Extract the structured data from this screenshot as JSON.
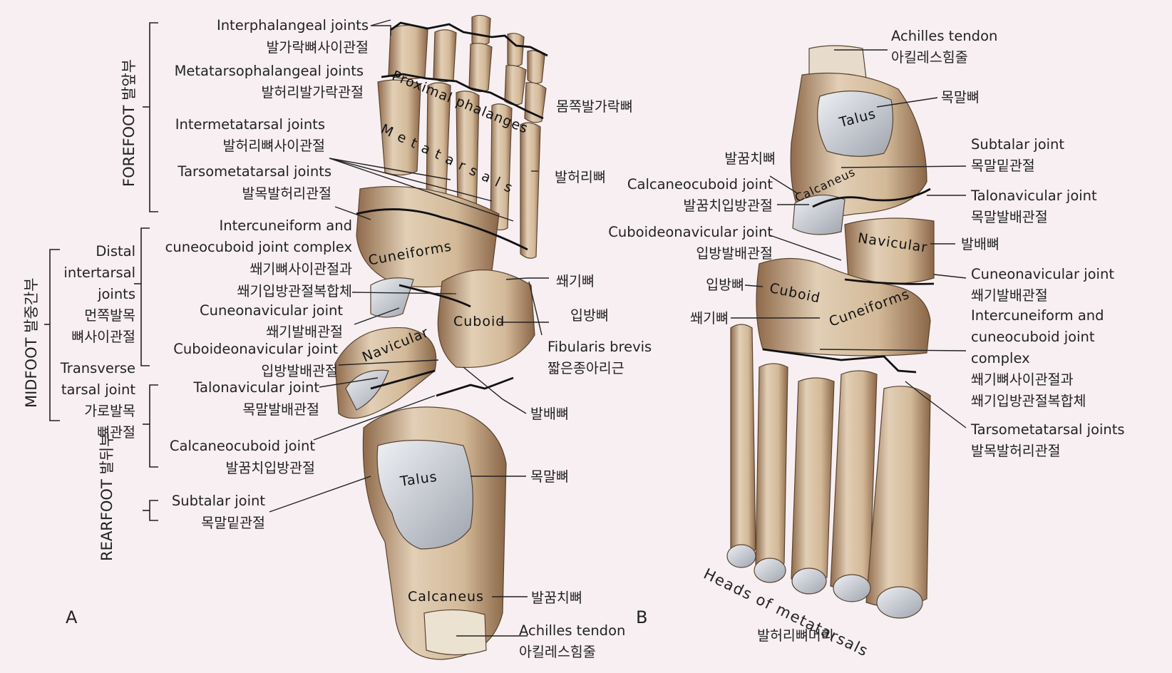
{
  "panels": {
    "a": "A",
    "b": "B"
  },
  "sections": {
    "forefoot": "FOREFOOT 발앞부",
    "midfoot": "MIDFOOT 발중간부",
    "rearfoot": "REARFOOT 발뒤부"
  },
  "left_labels": {
    "interphalangeal_en": "Interphalangeal joints",
    "interphalangeal_ko": "발가락뼈사이관절",
    "mtp_en": "Metatarsophalangeal joints",
    "mtp_ko": "발허리발가락관절",
    "intermetatarsal_en": "Intermetatarsal joints",
    "intermetatarsal_ko": "발허리뼈사이관절",
    "tmt_en": "Tarsometatarsal joints",
    "tmt_ko": "발목발허리관절",
    "intercuneiform_en1": "Intercuneiform and",
    "intercuneiform_en2": "cuneocuboid joint complex",
    "intercuneiform_ko1": "쐐기뼈사이관절과",
    "intercuneiform_ko2": "쐐기입방관절복합체",
    "cuneonavicular_en": "Cuneonavicular joint",
    "cuneonavicular_ko": "쐐기발배관절",
    "cuboideonavicular_en": "Cuboideonavicular joint",
    "cuboideonavicular_ko": "입방발배관절",
    "talonavicular_en": "Talonavicular joint",
    "talonavicular_ko": "목말발배관절",
    "calcaneocuboid_en": "Calcaneocuboid joint",
    "calcaneocuboid_ko": "발꿈치입방관절",
    "subtalar_en": "Subtalar joint",
    "subtalar_ko": "목말밑관절",
    "distal_intertarsal_1": "Distal",
    "distal_intertarsal_2": "intertarsal",
    "distal_intertarsal_3": "joints",
    "distal_intertarsal_ko1": "먼쪽발목",
    "distal_intertarsal_ko2": "뼈사이관절",
    "transverse_1": "Transverse",
    "transverse_2": "tarsal joint",
    "transverse_ko1": "가로발목",
    "transverse_ko2": "뼈관절"
  },
  "right_a_labels": {
    "proximal_phalanges_ko": "몸쪽발가락뼈",
    "metatarsals_ko": "발허리뼈",
    "cuneiform_ko": "쐐기뼈",
    "cuboid_ko": "입방뼈",
    "fibularis_en": "Fibularis brevis",
    "fibularis_ko": "짧은종아리근",
    "navicular_ko": "발배뼈",
    "talus_ko": "목말뼈",
    "calcaneus_ko": "발꿈치뼈",
    "achilles_en": "Achilles tendon",
    "achilles_ko": "아킬레스힘줄"
  },
  "bone_names_a": {
    "proximal_phalanges": "Proximal phalanges",
    "metatarsals": "Metatarsals",
    "cuneiforms": "Cuneiforms",
    "cuboid": "Cuboid",
    "navicular": "Navicular",
    "talus": "Talus",
    "calcaneus": "Calcaneus"
  },
  "panel_b_labels": {
    "achilles_en": "Achilles tendon",
    "achilles_ko": "아킬레스힘줄",
    "talus_ko": "목말뼈",
    "subtalar_en": "Subtalar joint",
    "subtalar_ko": "목말밑관절",
    "talonavicular_en": "Talonavicular joint",
    "talonavicular_ko": "목말발배관절",
    "navicular_ko": "발배뼈",
    "cuneonavicular_en": "Cuneonavicular joint",
    "cuneonavicular_ko": "쐐기발배관절",
    "intercuneiform_en1": "Intercuneiform and",
    "intercuneiform_en2": "cuneocuboid joint",
    "intercuneiform_en3": "complex",
    "intercuneiform_ko1": "쐐기뼈사이관절과",
    "intercuneiform_ko2": "쐐기입방관절복합체",
    "tmt_en": "Tarsometatarsal joints",
    "tmt_ko": "발목발허리관절",
    "calcaneus_ko": "발꿈치뼈",
    "calcaneocuboid_en": "Calcaneocuboid joint",
    "calcaneocuboid_ko": "발꿈치입방관절",
    "cuboideonavicular_en": "Cuboideonavicular joint",
    "cuboideonavicular_ko": "입방발배관절",
    "cuboid_ko": "입방뼈",
    "cuneiform_ko": "쐐기뼈",
    "heads_metatarsals_en": "Heads of metatarsals",
    "heads_metatarsals_ko": "발허리뼈머리"
  },
  "bone_names_b": {
    "talus": "Talus",
    "calcaneus": "Calcaneus",
    "navicular": "Navicular",
    "cuboid": "Cuboid",
    "cuneiforms": "Cuneiforms"
  },
  "colors": {
    "background": "#f7eff1",
    "bone": "#d9c3a6",
    "bone_shade": "#a7825e",
    "cartilage": "#c9ccd3",
    "line": "#222222"
  }
}
